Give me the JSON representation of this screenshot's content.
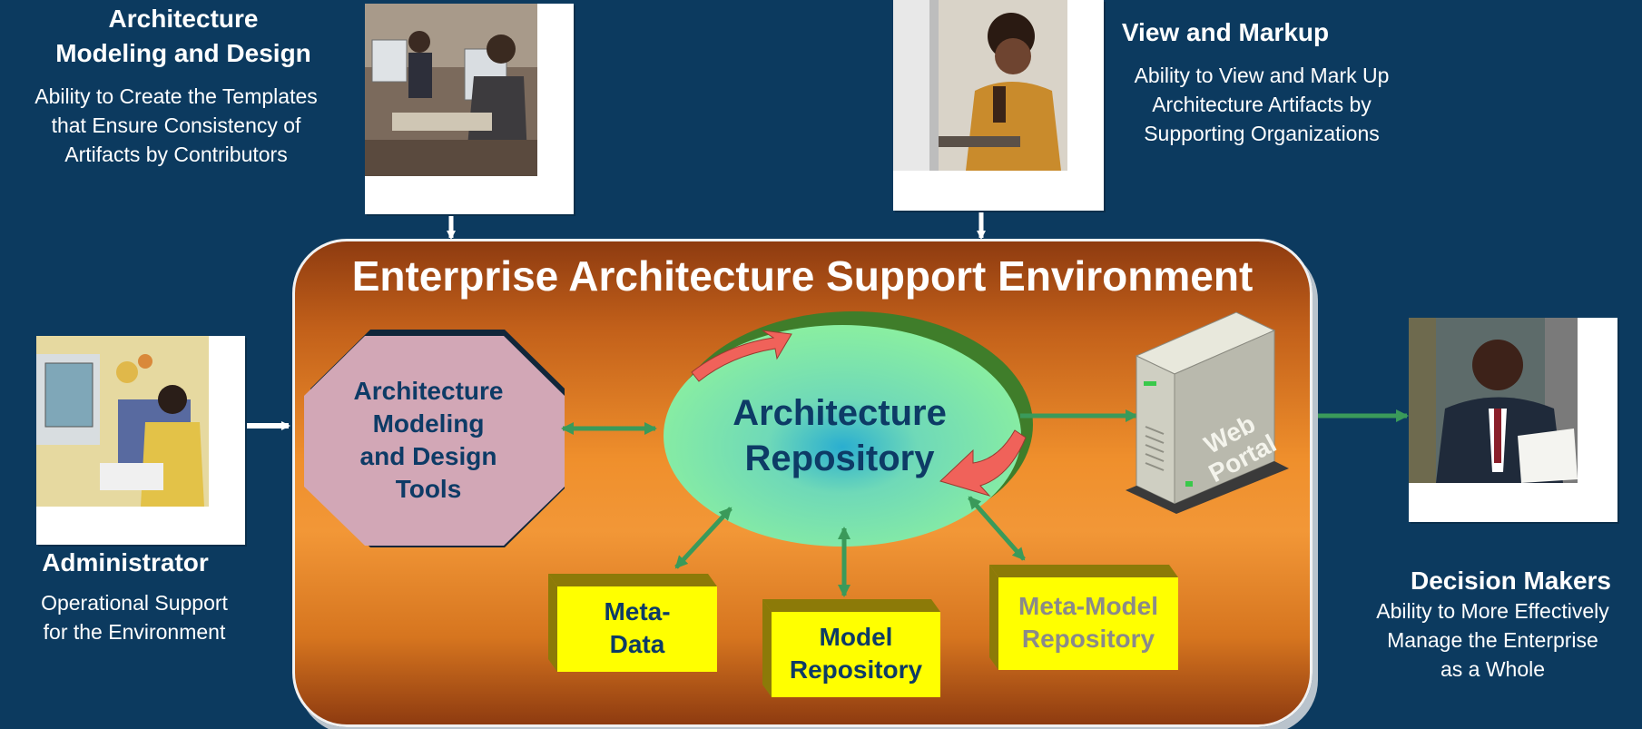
{
  "top_left": {
    "title": "Architecture\nModeling and Design",
    "body": "Ability to Create the Templates\nthat Ensure Consistency of\nArtifacts by Contributors"
  },
  "top_right": {
    "title": "View and Markup",
    "body": "Ability to View and Mark Up\nArchitecture Artifacts by\nSupporting Organizations"
  },
  "left": {
    "title": "Administrator",
    "body": "Operational Support\nfor the Environment"
  },
  "right": {
    "title": "Decision Makers",
    "body": "Ability to More Effectively\nManage the Enterprise\nas a Whole"
  },
  "environment": {
    "title": "Enterprise Architecture Support Environment",
    "tools": "Architecture\nModeling\nand Design\nTools",
    "repository": "Architecture\nRepository",
    "portal": "Web\nPortal",
    "boxes": [
      {
        "label": "Meta-\nData"
      },
      {
        "label": "Model\nRepository"
      },
      {
        "label": "Meta-Model\nRepository"
      }
    ]
  },
  "colors": {
    "background": "#0c3a5f",
    "octagon": "#d2a7b6",
    "ellipse": "#8ef29d",
    "yellow_box": "#ffff00",
    "connector": "#3a9a5a",
    "cycle_arrow": "#f0625a"
  }
}
